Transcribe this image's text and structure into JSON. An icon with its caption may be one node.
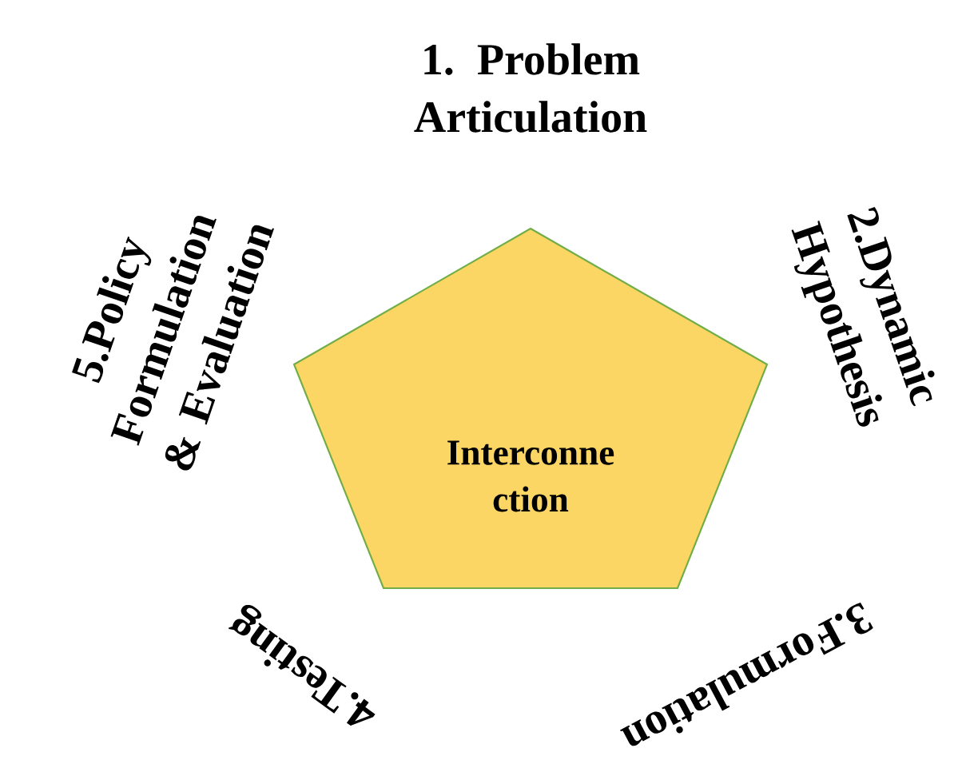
{
  "diagram": {
    "nodes": [
      {
        "text": [
          "Interconne ction"
        ]
      }
    ],
    "labels": [
      "1. Problem Articulation",
      "2.Dynamic Hypothesis",
      "3.Formulation",
      "4.Testing",
      "5.Policy Formulation & Evaluation"
    ]
  }
}
